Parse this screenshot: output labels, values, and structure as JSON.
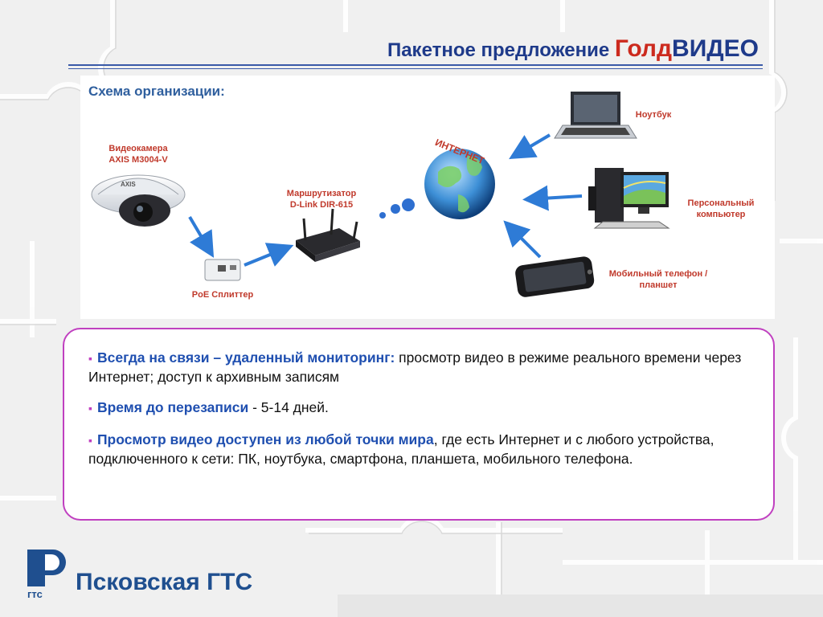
{
  "header": {
    "title_prefix": "Пакетное  предложение ",
    "title_gold": "Голд",
    "title_video": "ВИДЕО"
  },
  "diagram": {
    "scheme_title": "Схема организации:",
    "camera_label_1": "Видеокамера",
    "camera_label_2": "AXIS M3004-V",
    "splitter_label": "PoE Сплиттер",
    "router_label_1": "Маршрутизатор",
    "router_label_2": "D-Link DIR-615",
    "internet_label": "ИНТЕРНЕТ",
    "notebook_label": "Ноутбук",
    "pc_label_1": "Персональный",
    "pc_label_2": "компьютер",
    "mobile_label_1": "Мобильный телефон /",
    "mobile_label_2": "планшет",
    "camera_brand": "AXIS"
  },
  "bullets": [
    {
      "highlight": "Всегда на связи – удаленный мониторинг:",
      "text": "  просмотр видео в режиме реального времени через Интернет; доступ к архивным записям"
    },
    {
      "highlight": "Время  до перезаписи",
      "text": " -  5-14 дней."
    },
    {
      "highlight": "Просмотр видео доступен  из любой точки мира",
      "text": ", где есть Интернет и с любого устройства, подключенного к сети:  ПК, ноутбука, смартфона,  планшета, мобильного телефона."
    }
  ],
  "bullet_marker": "▪",
  "logo": {
    "name": "Псковская ГТС",
    "mark": "гтс"
  },
  "colors": {
    "title_blue": "#1e3a8a",
    "title_red": "#cc2a1e",
    "highlight_blue": "#1f4fb0",
    "box_border": "#c040c0",
    "label_red": "#c0392b",
    "arrow_blue": "#2e7bd6"
  }
}
